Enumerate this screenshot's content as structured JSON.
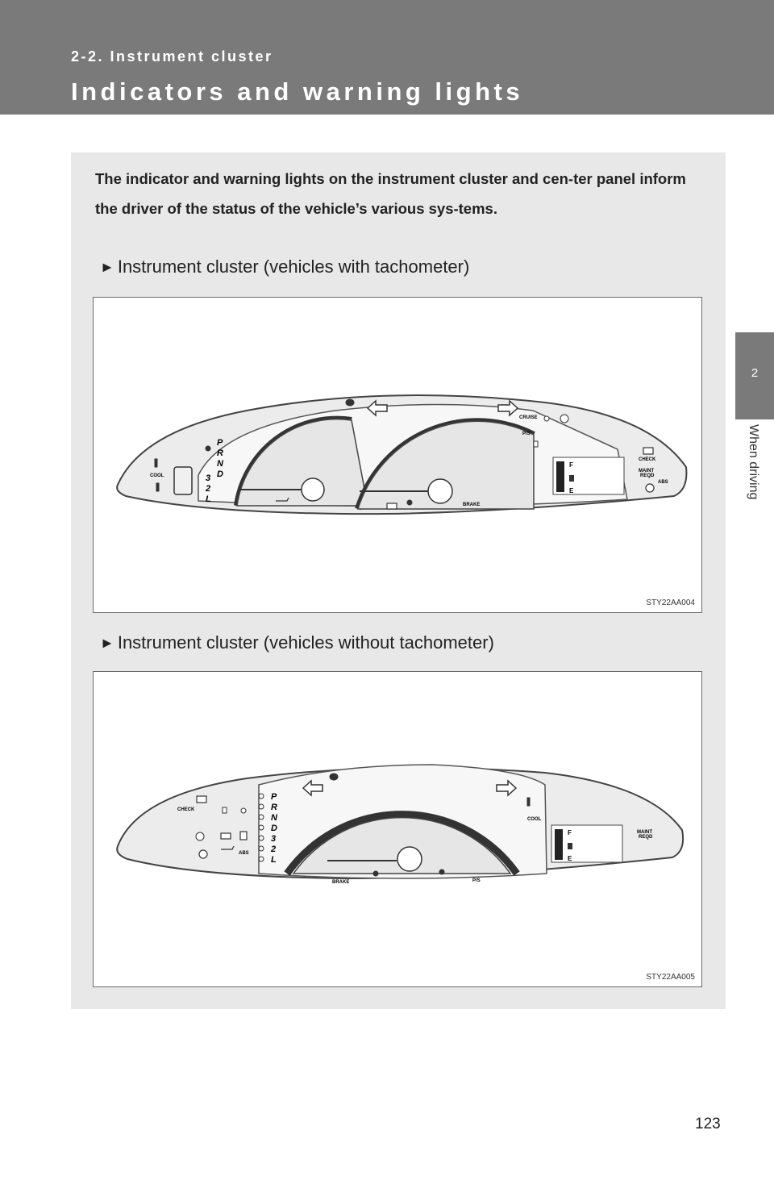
{
  "header": {
    "section": "2-2. Instrument cluster",
    "title": "Indicators and warning lights"
  },
  "side_tab": {
    "number": "2",
    "label": "When driving"
  },
  "intro": "The indicator and warning lights on the instrument cluster and cen-ter panel inform the driver of the status of the vehicle’s various sys-tems.",
  "figures": [
    {
      "heading": "Instrument cluster (vehicles with tachometer)",
      "id": "STY22AA004",
      "labels": {
        "cool": "COOL",
        "cruise": "CRUISE",
        "ps": "P/S",
        "check": "CHECK",
        "maint": "MAINT",
        "reqd": "REQD",
        "abs": "ABS",
        "brake": "BRAKE",
        "fuel_full": "F",
        "fuel_empty": "E",
        "gears": [
          "P",
          "R",
          "N",
          "D",
          "3",
          "2",
          "L"
        ]
      }
    },
    {
      "heading": "Instrument cluster (vehicles without tachometer)",
      "id": "STY22AA005",
      "labels": {
        "cool": "COOL",
        "ps": "P/S",
        "check": "CHECK",
        "maint": "MAINT",
        "reqd": "REQD",
        "abs": "ABS",
        "brake": "BRAKE",
        "fuel_full": "F",
        "fuel_empty": "E",
        "gears": [
          "P",
          "R",
          "N",
          "D",
          "3",
          "2",
          "L"
        ]
      }
    }
  ],
  "page_number": "123",
  "colors": {
    "header_bg": "#7a7a7a",
    "panel_bg": "#e8e8e8"
  },
  "icons": [
    "headlight-high-beam-icon",
    "turn-left-arrow-icon",
    "turn-right-arrow-icon",
    "light-indicator-icon",
    "tire-pressure-icon",
    "seatbelt-icon",
    "airbag-icon",
    "battery-icon",
    "oil-pressure-icon",
    "coolant-temp-icon",
    "fog-light-icon",
    "check-engine-icon",
    "door-open-icon",
    "fuel-pump-icon",
    "abs-icon"
  ]
}
